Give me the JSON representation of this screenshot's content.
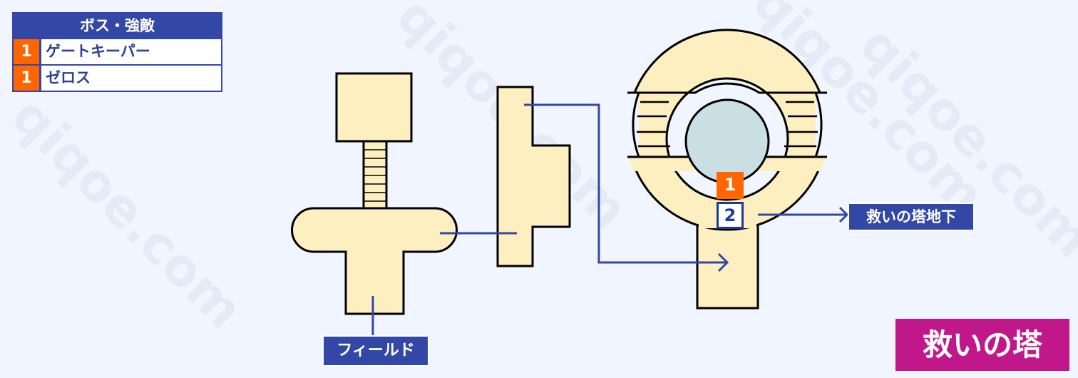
{
  "watermark": "qiqoe.com",
  "legend": {
    "title": "ボス・強敵",
    "rows": [
      {
        "num": "1",
        "name": "ゲートキーパー"
      },
      {
        "num": "1",
        "name": "ゼロス"
      }
    ]
  },
  "labels": {
    "field": "フィールド",
    "basement": "救いの塔地下"
  },
  "markers": {
    "boss": "1",
    "point": "2"
  },
  "map_title": "救いの塔",
  "colors": {
    "floor": "#fdefc0",
    "accent": "#3348a6",
    "boss": "#ff6600",
    "title": "#c0188a"
  }
}
